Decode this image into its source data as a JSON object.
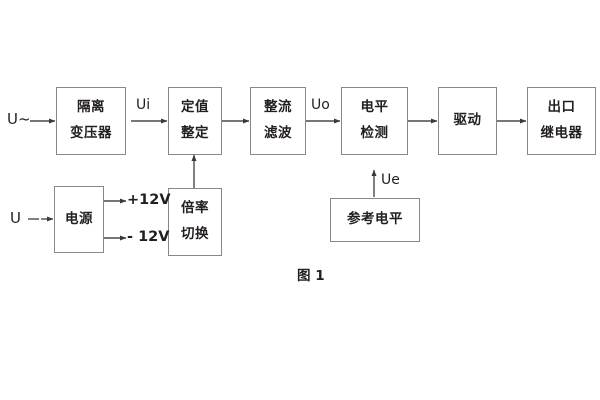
{
  "diagram": {
    "caption": "图 1",
    "blocks": [
      {
        "id": "isolation-transformer",
        "name": "隔离变压器",
        "line1": "隔离",
        "line2": "变压器"
      },
      {
        "id": "setting-value",
        "name": "定值整定",
        "line1": "定值",
        "line2": "整定"
      },
      {
        "id": "rectify-filter",
        "name": "整流滤波",
        "line1": "整流",
        "line2": "滤波"
      },
      {
        "id": "level-detection",
        "name": "电平检测",
        "line1": "电平",
        "line2": "检测"
      },
      {
        "id": "drive",
        "name": "驱动",
        "line1": "驱动",
        "line2": ""
      },
      {
        "id": "output-relay",
        "name": "出口继电器",
        "line1": "出口",
        "line2": "继电器"
      },
      {
        "id": "power-supply",
        "name": "电源",
        "line1": "电源",
        "line2": ""
      },
      {
        "id": "multiplier-switch",
        "name": "倍率切换",
        "line1": "倍率",
        "line2": "切换"
      },
      {
        "id": "reference-level",
        "name": "参考电平",
        "line1": "参考电平",
        "line2": ""
      }
    ],
    "signals": {
      "input_ac": "U~",
      "input_dc": "U",
      "ui": "Ui",
      "uo": "Uo",
      "ue": "Ue",
      "rail_positive": "+12V",
      "rail_negative": "- 12V"
    },
    "colors": {
      "border": "#86898c",
      "text": "#231f20",
      "background": "#ffffff",
      "wire": "#4a4a4a"
    }
  }
}
